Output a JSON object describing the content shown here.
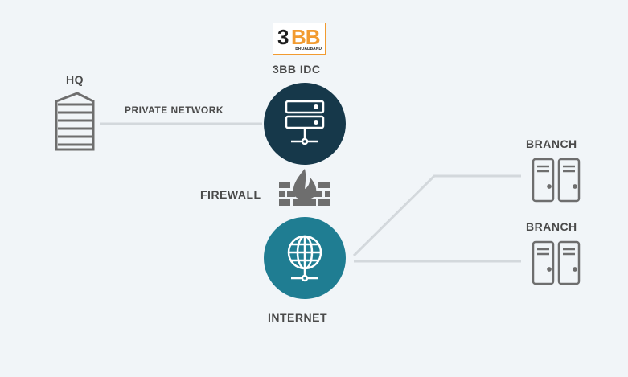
{
  "logo": {
    "brand_number": "3",
    "brand_letters": "BB",
    "tagline": "BROADBAND",
    "colors": {
      "digit": "#1f1f1f",
      "letters": "#f29b30",
      "border": "#f29b30"
    }
  },
  "nodes": {
    "idc": {
      "label": "3BB IDC",
      "icon": "server-stack-icon",
      "color": "#16384a"
    },
    "hq": {
      "label": "HQ",
      "icon": "office-building-icon"
    },
    "firewall": {
      "label": "FIREWALL",
      "icon": "firewall-brick-icon"
    },
    "internet": {
      "label": "INTERNET",
      "icon": "globe-network-icon",
      "color": "#1f7d92"
    },
    "branch_1": {
      "label": "BRANCH",
      "icon": "server-tower-icon"
    },
    "branch_2": {
      "label": "BRANCH",
      "icon": "server-tower-icon"
    }
  },
  "links": {
    "hq_to_idc": {
      "label": "PRIVATE NETWORK"
    }
  },
  "colors": {
    "background": "#f1f5f8",
    "line": "#d3d8dc",
    "icon_gray": "#6e6e6e",
    "text": "#4a4a4a"
  }
}
